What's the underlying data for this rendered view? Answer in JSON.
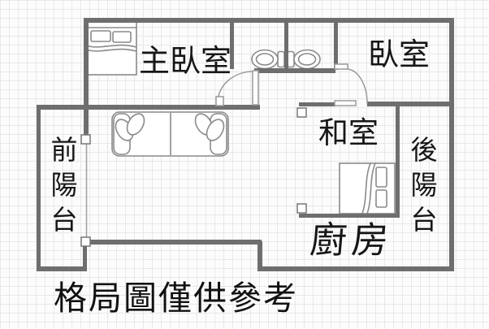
{
  "caption": "格局圖僅供參考",
  "rooms": {
    "master_bedroom": "主臥室",
    "bedroom": "臥室",
    "tatami_room": "和室",
    "kitchen": "廚房",
    "front_balcony": "前陽台",
    "back_balcony": "後陽台"
  },
  "colors": {
    "wall": "#6e6e6e",
    "furniture": "#8a8a8a",
    "door": "#9a9a9a",
    "text": "#161616",
    "grid": "#e8e8ec",
    "background": "#fcfcfd"
  }
}
